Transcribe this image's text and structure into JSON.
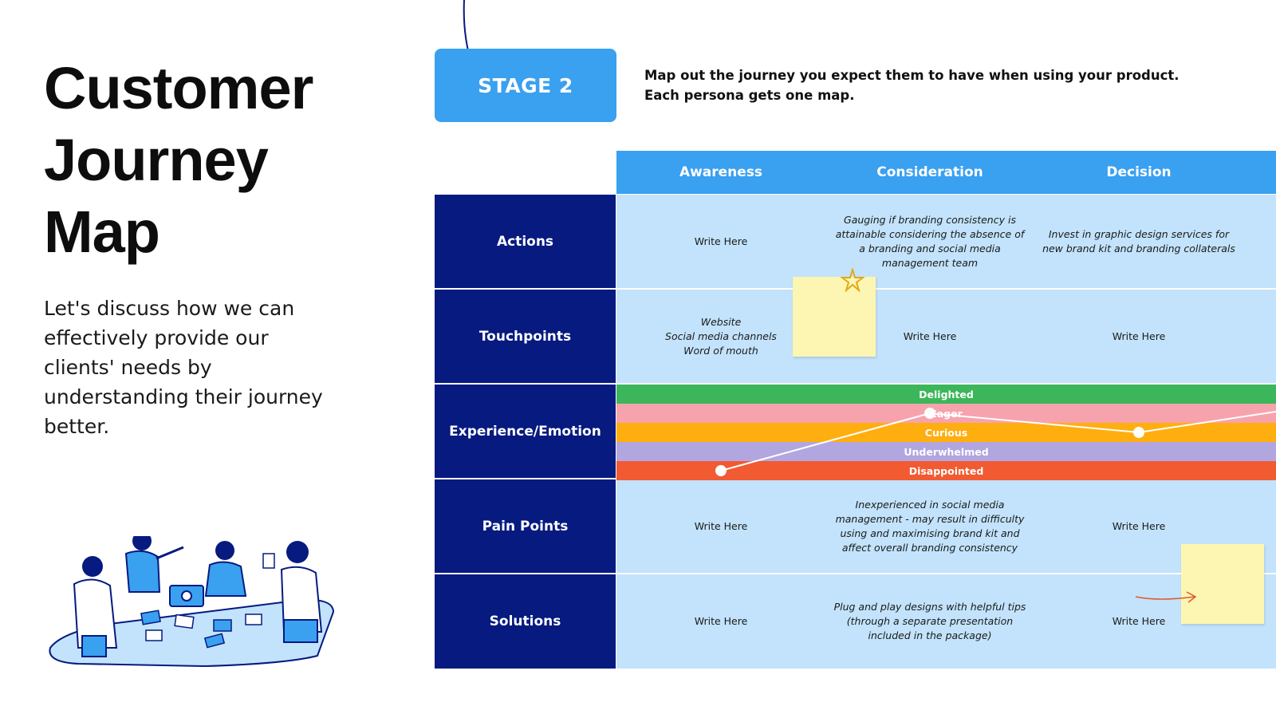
{
  "title_lines": [
    "Customer",
    "Journey",
    "Map"
  ],
  "subtitle": "Let's discuss how we can effectively provide our clients' needs by understanding their journey better.",
  "stage_label": "STAGE 2",
  "intro": {
    "line1": "Map out the journey you expect them to have when using your product.",
    "line2": "Each persona gets one map."
  },
  "columns": [
    "Awareness",
    "Consideration",
    "Decision"
  ],
  "rows": [
    {
      "label": "Actions",
      "cells": [
        "Write Here",
        "Gauging if branding consistency is attainable considering the absence of a branding and social media management team",
        "Invest in graphic design services for new brand kit and branding collaterals"
      ]
    },
    {
      "label": "Touchpoints",
      "cells": [
        "Website\nSocial media channels\nWord of mouth",
        "Write Here",
        "Write Here"
      ]
    },
    {
      "label": "Experience/Emotion"
    },
    {
      "label": "Pain Points",
      "cells": [
        "Write Here",
        "Inexperienced in social media management - may result in difficulty using and maximising brand kit and affect overall branding consistency",
        "Write Here"
      ]
    },
    {
      "label": "Solutions",
      "cells": [
        "Write Here",
        "Plug and play designs with helpful tips (through a separate presentation included in the package)",
        "Write Here"
      ]
    }
  ],
  "emotions": [
    {
      "label": "Delighted",
      "color": "#3cb65a"
    },
    {
      "label": "Eager",
      "color": "#f7a3ad"
    },
    {
      "label": "Curious",
      "color": "#ffae0f"
    },
    {
      "label": "Underwhelmed",
      "color": "#b1a6e0"
    },
    {
      "label": "Disappointed",
      "color": "#f25a32"
    }
  ],
  "emotion_path": [
    {
      "stage": "Awareness",
      "emotion": "Disappointed"
    },
    {
      "stage": "Consideration",
      "emotion": "Eager"
    },
    {
      "stage": "Decision",
      "emotion": "Curious"
    }
  ],
  "colors": {
    "header_blue": "#3aa0f0",
    "navy": "#061a80",
    "cell_bg": "#c2e3fb",
    "sticky_note": "#fdf6b2"
  }
}
